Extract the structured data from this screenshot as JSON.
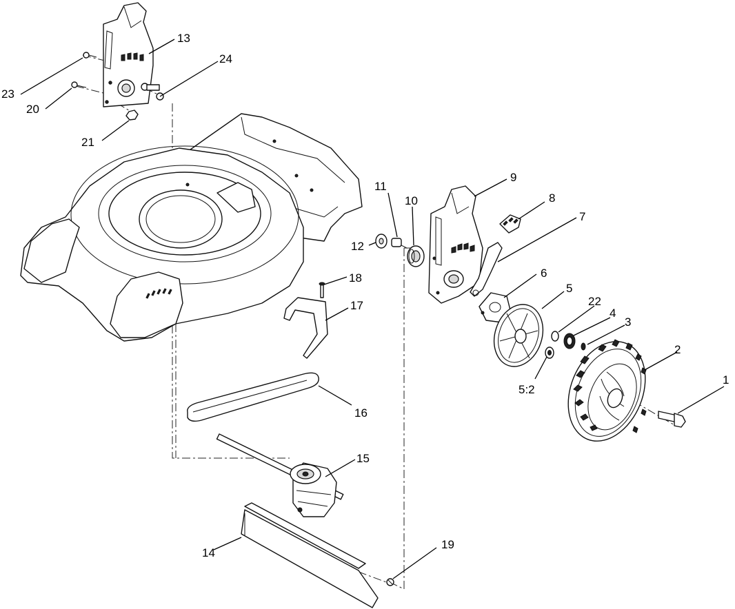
{
  "callouts": [
    {
      "id": "c1",
      "text": "1"
    },
    {
      "id": "c2",
      "text": "2"
    },
    {
      "id": "c3",
      "text": "3"
    },
    {
      "id": "c4",
      "text": "4"
    },
    {
      "id": "c5",
      "text": "5"
    },
    {
      "id": "c5_2",
      "text": "5:2"
    },
    {
      "id": "c6",
      "text": "6"
    },
    {
      "id": "c7",
      "text": "7"
    },
    {
      "id": "c8",
      "text": "8"
    },
    {
      "id": "c9",
      "text": "9"
    },
    {
      "id": "c10",
      "text": "10"
    },
    {
      "id": "c11",
      "text": "11"
    },
    {
      "id": "c12",
      "text": "12"
    },
    {
      "id": "c13",
      "text": "13"
    },
    {
      "id": "c14",
      "text": "14"
    },
    {
      "id": "c15",
      "text": "15"
    },
    {
      "id": "c16",
      "text": "16"
    },
    {
      "id": "c17",
      "text": "17"
    },
    {
      "id": "c18",
      "text": "18"
    },
    {
      "id": "c19",
      "text": "19"
    },
    {
      "id": "c20",
      "text": "20"
    },
    {
      "id": "c21",
      "text": "21"
    },
    {
      "id": "c22",
      "text": "22"
    },
    {
      "id": "c23",
      "text": "23"
    },
    {
      "id": "c24",
      "text": "24"
    }
  ]
}
